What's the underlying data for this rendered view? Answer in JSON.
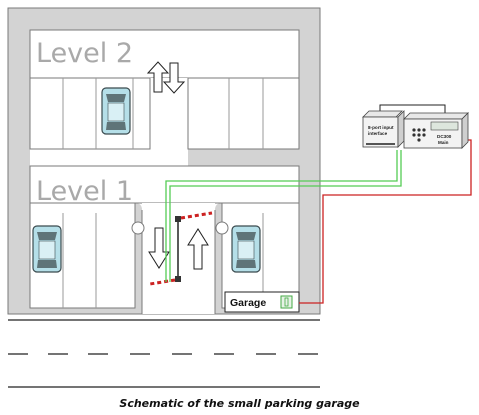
{
  "levels": {
    "upper": "Level 2",
    "lower": "Level 1"
  },
  "devices": {
    "input_interface": {
      "line1": "8-port input",
      "line2": "interface"
    },
    "main_unit": {
      "line1": "DC300",
      "line2": "Main"
    }
  },
  "garage": {
    "label": "Garage"
  },
  "caption": "Schematic of the small parking garage",
  "colors": {
    "structure": "#d3d3d3",
    "structure_outline": "#7a7a7a",
    "signal_wire": "#55cc55",
    "power_wire": "#cc2222",
    "car_body": "#b5dfe8",
    "car_window": "#5f7478",
    "level_text": "#a9a9a9"
  },
  "icons": {
    "lane_arrows_upper": "up-down-arrow-icon",
    "entry_arrow": "down-arrow-icon",
    "exit_arrow": "up-arrow-icon",
    "parked_cars": "car-icon"
  }
}
